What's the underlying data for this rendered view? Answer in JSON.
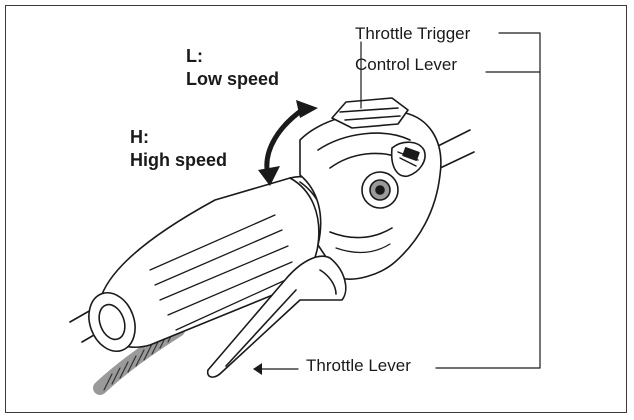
{
  "labels": {
    "low_speed_key": "L:",
    "low_speed": "Low speed",
    "high_speed_key": "H:",
    "high_speed": "High speed",
    "throttle_trigger": "Throttle Trigger",
    "control_lever": "Control Lever",
    "throttle_lever": "Throttle Lever"
  },
  "colors": {
    "line": "#1a1a1a",
    "fill": "#ffffff",
    "shade": "#9a9a9a",
    "border": "#3a3a3a"
  }
}
